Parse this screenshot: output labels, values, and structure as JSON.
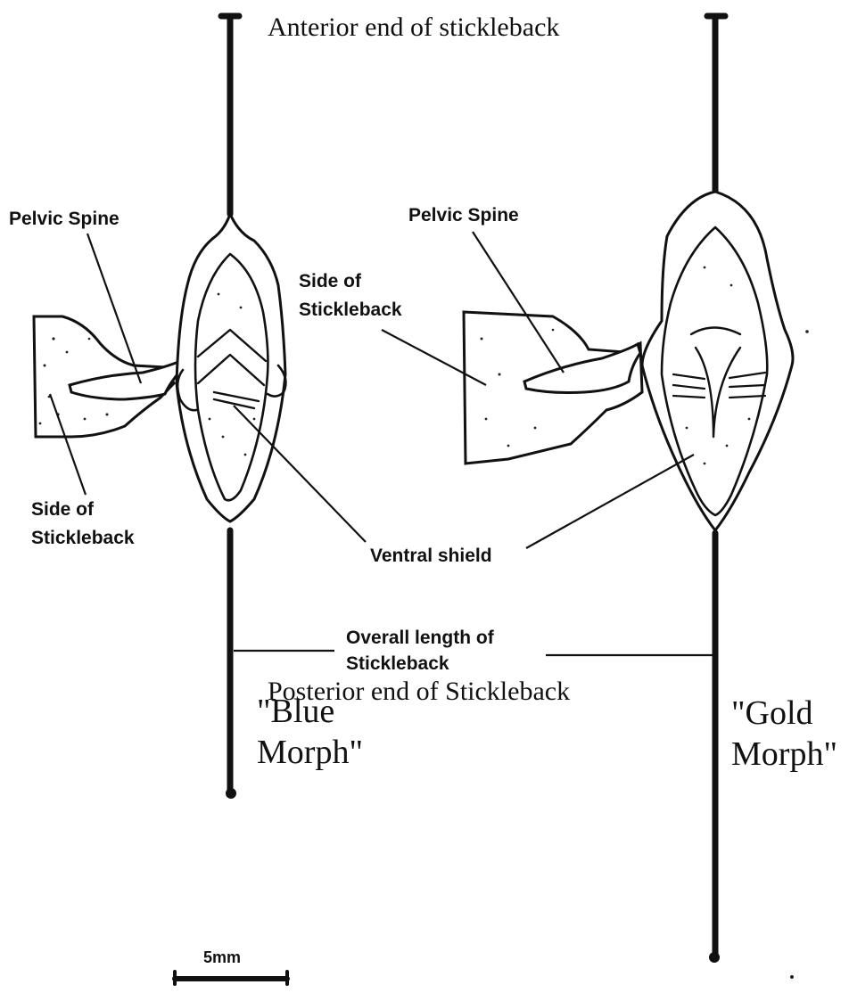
{
  "labels": {
    "anterior": "Anterior end of stickleback",
    "posterior": "Posterior end of Stickleback",
    "pelvic_spine_left": "Pelvic Spine",
    "pelvic_spine_right": "Pelvic Spine",
    "side_left_line1": "Side of",
    "side_left_line2": "Stickleback",
    "side_right_line1": "Side of",
    "side_right_line2": "Stickleback",
    "ventral_shield": "Ventral shield",
    "overall_length_line1": "Overall length of",
    "overall_length_line2": "Stickleback",
    "blue_morph_line1": "\"Blue",
    "blue_morph_line2": "Morph\"",
    "gold_morph_line1": "\"Gold",
    "gold_morph_line2": "Morph\"",
    "scale_bar": "5mm"
  },
  "colors": {
    "ink": "#111111",
    "background": "#ffffff"
  }
}
